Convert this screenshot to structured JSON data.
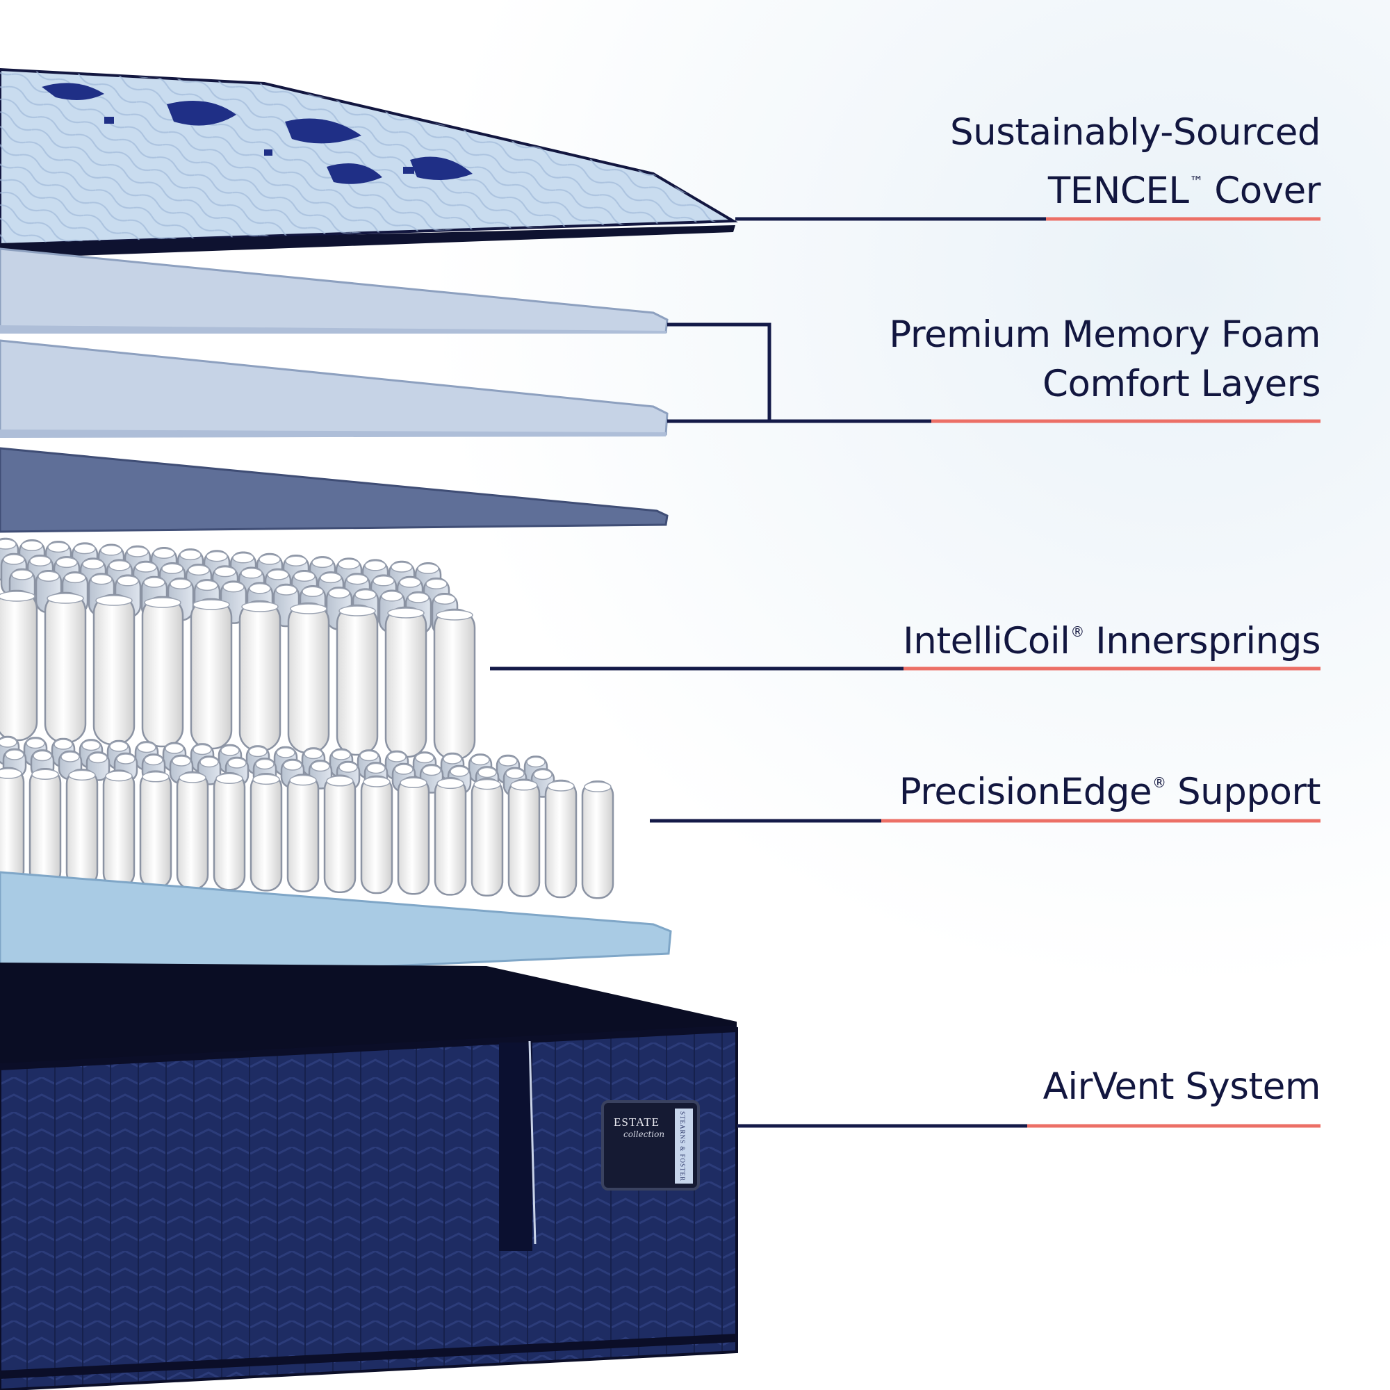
{
  "colors": {
    "navy": "#141a48",
    "coral": "#ec6f66",
    "cover_quilt": "#c9dcef",
    "cover_pattern": "#1f2f86",
    "foam_light": "#c6d3e6",
    "foam_dark": "#5f6f98",
    "coils": "#f2f2f2",
    "base_foam": "#a9cbe4",
    "mattress_body": "#1b2a5e"
  },
  "layers": [
    {
      "id": "cover",
      "line1": "Sustainably-Sourced",
      "line2_pre": "TENCEL",
      "line2_mark": "™",
      "line2_post": " Cover"
    },
    {
      "id": "memory-foam",
      "line1": "Premium Memory Foam",
      "line2": "Comfort Layers"
    },
    {
      "id": "innersprings",
      "pre": "IntelliCoil",
      "mark": "®",
      "post": " Innersprings"
    },
    {
      "id": "edge-support",
      "pre": "PrecisionEdge",
      "mark": "®",
      "post": " Support"
    },
    {
      "id": "airvent",
      "text": "AirVent System"
    }
  ],
  "tag": {
    "brand": "ESTATE",
    "script": "collection",
    "side": "STEARNS & FOSTER"
  }
}
